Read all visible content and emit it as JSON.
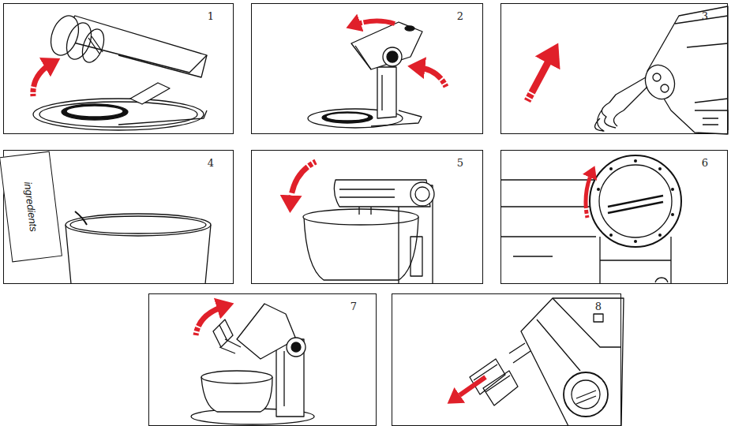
{
  "diagram": {
    "nodes": [
      {
        "text": [
          "1"
        ]
      },
      {
        "text": [
          "2"
        ]
      },
      {
        "text": [
          "3"
        ]
      },
      {
        "text": [
          "4"
        ]
      },
      {
        "text": [
          "5"
        ]
      },
      {
        "text": [
          "6"
        ]
      },
      {
        "text": [
          "7"
        ]
      },
      {
        "text": [
          "8"
        ]
      },
      {
        "text": [
          "ingredients"
        ],
        "in": 3
      }
    ]
  }
}
